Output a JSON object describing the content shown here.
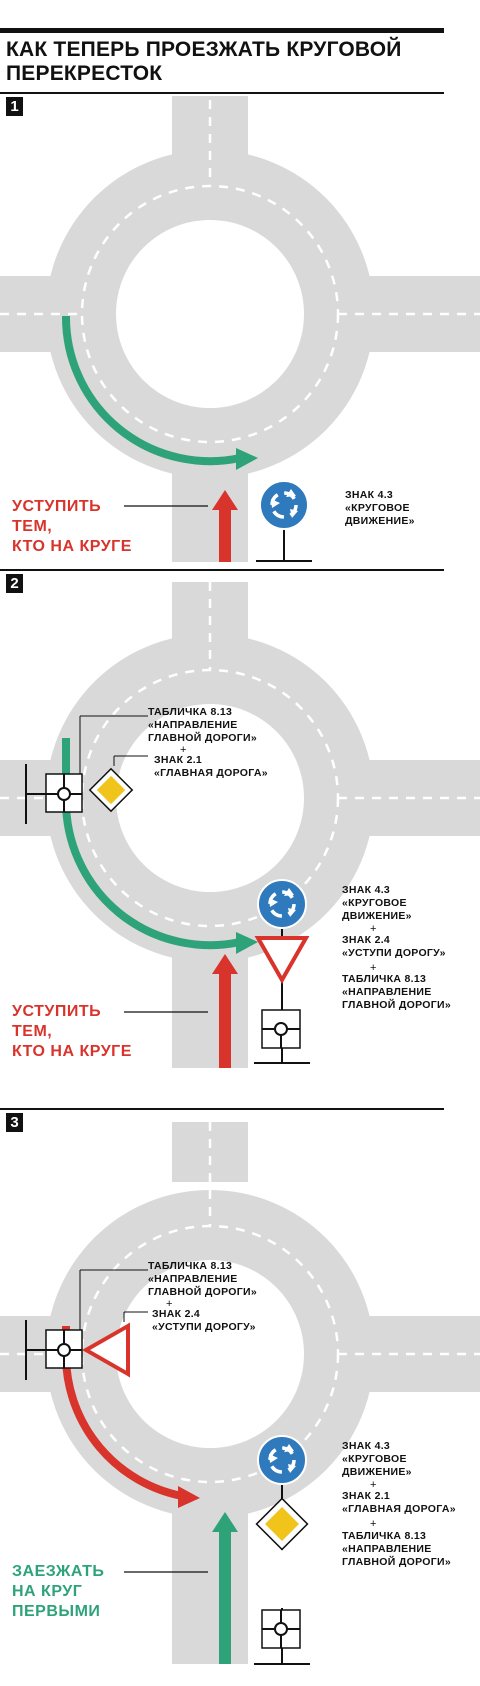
{
  "title": {
    "line1": "КАК ТЕПЕРЬ ПРОЕЗЖАТЬ КРУГОВОЙ",
    "line2": "ПЕРЕКРЕСТОК"
  },
  "colors": {
    "road": "#d9d9d9",
    "red": "#d8342c",
    "green": "#2ea37a",
    "blue": "#2f79bd",
    "yellow": "#f0c41b"
  },
  "panels": [
    {
      "number": "1",
      "action": [
        "УСТУПИТЬ",
        "ТЕМ,",
        "КТО НА КРУГЕ"
      ],
      "sign_right": [
        "ЗНАК 4.3",
        "«КРУГОВОЕ",
        "ДВИЖЕНИЕ»"
      ]
    },
    {
      "number": "2",
      "action": [
        "УСТУПИТЬ",
        "ТЕМ,",
        "КТО НА КРУГЕ"
      ],
      "sign_left_top": [
        "ТАБЛИЧКА 8.13",
        "«НАПРАВЛЕНИЕ",
        "ГЛАВНОЙ ДОРОГИ»"
      ],
      "plus": "+",
      "sign_left_bottom": [
        "ЗНАК 2.1",
        "«ГЛАВНАЯ ДОРОГА»"
      ],
      "right_1": [
        "ЗНАК 4.3",
        "«КРУГОВОЕ",
        "ДВИЖЕНИЕ»"
      ],
      "right_2": [
        "ЗНАК 2.4",
        "«УСТУПИ ДОРОГУ»"
      ],
      "right_3": [
        "ТАБЛИЧКА 8.13",
        "«НАПРАВЛЕНИЕ",
        "ГЛАВНОЙ ДОРОГИ»"
      ]
    },
    {
      "number": "3",
      "action": [
        "ЗАЕЗЖАТЬ",
        "НА КРУГ",
        "ПЕРВЫМИ"
      ],
      "sign_left_top": [
        "ТАБЛИЧКА 8.13",
        "«НАПРАВЛЕНИЕ",
        "ГЛАВНОЙ ДОРОГИ»"
      ],
      "plus": "+",
      "sign_left_bottom": [
        "ЗНАК 2.4",
        "«УСТУПИ ДОРОГУ»"
      ],
      "right_1": [
        "ЗНАК 4.3",
        "«КРУГОВОЕ",
        "ДВИЖЕНИЕ»"
      ],
      "right_2": [
        "ЗНАК 2.1",
        "«ГЛАВНАЯ ДОРОГА»"
      ],
      "right_3": [
        "ТАБЛИЧКА 8.13",
        "«НАПРАВЛЕНИЕ",
        "ГЛАВНОЙ ДОРОГИ»"
      ]
    }
  ]
}
